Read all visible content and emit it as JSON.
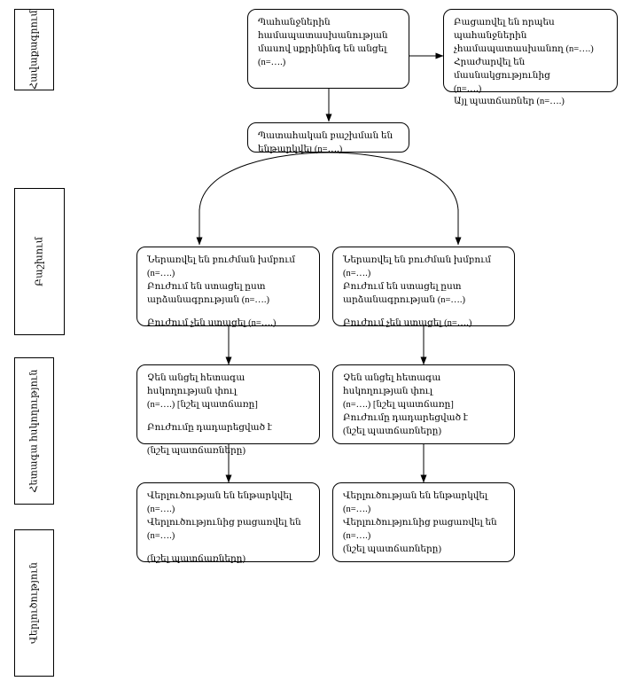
{
  "stages": [
    {
      "id": "enrollment",
      "label": "Հավաքագրում"
    },
    {
      "id": "allocation",
      "label": "Բաշխում"
    },
    {
      "id": "followup",
      "label": "Հետագա հսկողություն"
    },
    {
      "id": "analysis",
      "label": "Վերլուծություն"
    }
  ],
  "boxes": {
    "screened": {
      "lines": [
        "Պահանջներին",
        "համապատասխանության",
        "մասով սքրինինգ են անցել",
        "(n=….)"
      ]
    },
    "excluded": {
      "lines": [
        "Բացառվել են որպես",
        "պահանջներին",
        "չհամապատասխանող (n=….)",
        "Հրաժարվել են մասնակցությունից",
        "(n=….)",
        "Այլ պատճառներ (n=….)"
      ]
    },
    "randomized": {
      "lines": [
        "Պատահական բաշխման են",
        "ենթարկվել (n=….)"
      ]
    },
    "allocation_left": {
      "lines": [
        "Ներառվել են բուժման խմբում (n=….)",
        "Բուժում են ստացել ըստ",
        "արձանագրության (n=….)",
        "Բուժում չեն ստացել (n=….)"
      ],
      "gap_before": [
        3
      ]
    },
    "allocation_right": {
      "lines": [
        "Ներառվել են բուժման խմբում (n=….)",
        "Բուժում են ստացել ըստ",
        "արձանագրության (n=….)",
        "Բուժում չեն ստացել (n=….)"
      ],
      "gap_before": [
        3
      ]
    },
    "followup_left": {
      "lines": [
        "Չեն անցել հետագա հսկողության փուլ",
        "(n=….) [նշել պատճառը]",
        "Բուժումը դադարեցված է",
        "(նշել պատճառները)"
      ],
      "gap_before": [
        2,
        3
      ]
    },
    "followup_right": {
      "lines": [
        "Չեն անցել հետագա հսկողության փուլ",
        "(n=….) [նշել պատճառը]",
        "Բուժումը դադարեցված է",
        "(նշել պատճառները)"
      ],
      "gap_before": []
    },
    "analysis_left": {
      "lines": [
        "Վերլուծության են ենթարկվել (n=….)",
        "Վերլուծությունից բացառվել են (n=….)",
        "(նշել պատճառները)"
      ],
      "gap_before": [
        2
      ]
    },
    "analysis_right": {
      "lines": [
        "Վերլուծության են ենթարկվել (n=….)",
        "Վերլուծությունից բացառվել են (n=….)",
        "(նշել պատճառները)"
      ],
      "gap_before": []
    }
  },
  "colors": {
    "stroke": "#000000",
    "background": "#ffffff",
    "text": "#000000"
  }
}
